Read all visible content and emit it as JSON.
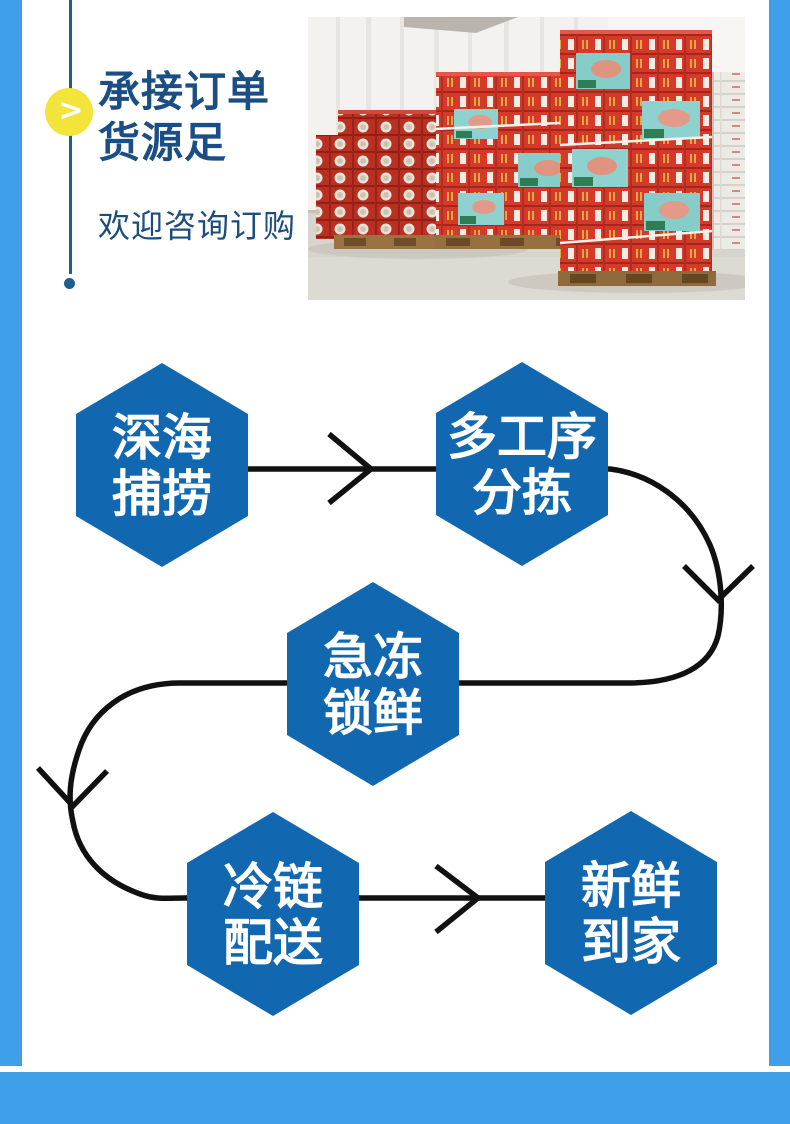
{
  "colors": {
    "accent_stripe": "#3f9fe8",
    "hexagon_blue": "#1267b1",
    "title_navy": "#1a4e85",
    "subtitle_navy": "#1d4d7c",
    "bullet_yellow": "#f3e43c",
    "accent_line_blue": "#1c5e90",
    "arrow_black": "#111111"
  },
  "header": {
    "bullet_symbol": ">",
    "title_line1": "承接订单",
    "title_line2": "货源足",
    "subtitle": "欢迎咨询订购",
    "photo_description": "仓库中码放整齐的红色海鲜包装箱"
  },
  "flow": {
    "steps": [
      {
        "id": "deep-sea-fishing",
        "line1": "深海",
        "line2": "捕捞"
      },
      {
        "id": "multi-process-sorting",
        "line1": "多工序",
        "line2": "分拣"
      },
      {
        "id": "quick-freeze",
        "line1": "急冻",
        "line2": "锁鲜"
      },
      {
        "id": "cold-chain-delivery",
        "line1": "冷链",
        "line2": "配送"
      },
      {
        "id": "fresh-to-home",
        "line1": "新鲜",
        "line2": "到家"
      }
    ]
  }
}
